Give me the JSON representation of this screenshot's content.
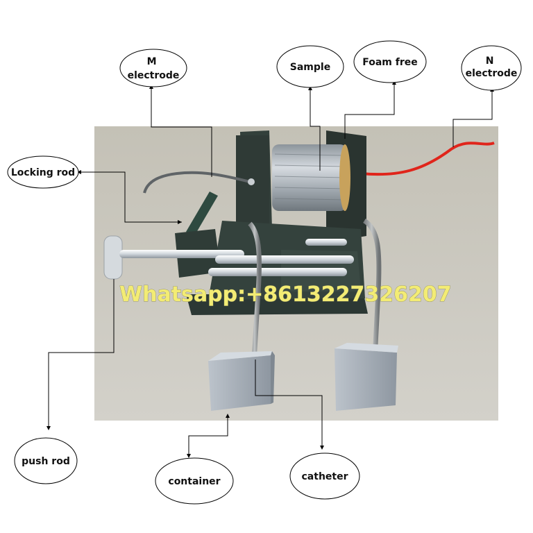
{
  "labels": {
    "m_electrode": [
      "M",
      "electrode"
    ],
    "sample": "Sample",
    "foam_free": "Foam free",
    "n_electrode": [
      "N",
      "electrode"
    ],
    "locking_rod": "Locking rod",
    "push_rod": "push rod",
    "container": "container",
    "catheter": "catheter"
  },
  "watermark": "Whatsapp:+8613227326207",
  "colors": {
    "background_panel": "#c9c6bd",
    "frame": "#2f3a36",
    "rod": "#d8dde3",
    "coil": "#aeb6bd",
    "red_wire": "#e0251b",
    "container": "#a9b1ba",
    "watermark": "#f3ec74"
  }
}
